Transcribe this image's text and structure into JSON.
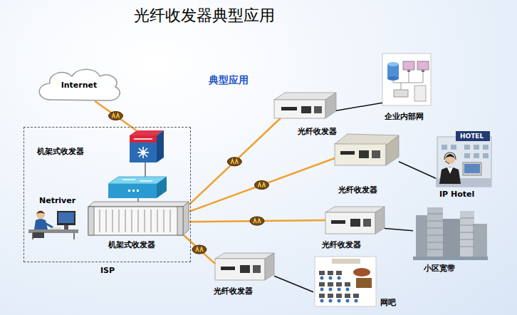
{
  "diagram": {
    "title": "光纤收发器典型应用",
    "nodes": [
      {
        "text": [
          "ISP"
        ]
      },
      {
        "text": [
          "Internet"
        ]
      },
      {
        "text": [
          "机架式收发器"
        ],
        "in": 0
      },
      {
        "text": [
          "Netriver"
        ],
        "in": 0
      },
      {
        "text": [
          "机架式收发器"
        ],
        "in": 0
      },
      {
        "text": [
          "光纤收发器"
        ]
      },
      {
        "text": [
          "企业内部网"
        ]
      },
      {
        "text": [
          "光纤收发器"
        ]
      },
      {
        "text": [
          "IP Hotel"
        ]
      },
      {
        "text": [
          "光纤收发器"
        ]
      },
      {
        "text": [
          "小区宽带"
        ]
      },
      {
        "text": [
          "光纤收发器"
        ]
      },
      {
        "text": [
          "网吧"
        ]
      }
    ],
    "edges": [
      {
        "from": 1,
        "to": 2,
        "arrow": "none"
      },
      {
        "from": 4,
        "to": 5,
        "arrow": "none"
      },
      {
        "from": 4,
        "to": 7,
        "arrow": "none"
      },
      {
        "from": 4,
        "to": 9,
        "arrow": "none"
      },
      {
        "from": 4,
        "to": 11,
        "arrow": "none"
      },
      {
        "from": 5,
        "to": 6,
        "arrow": "none"
      },
      {
        "from": 7,
        "to": 8,
        "arrow": "none"
      },
      {
        "from": 9,
        "to": 10,
        "arrow": "none"
      },
      {
        "from": 11,
        "to": 12,
        "arrow": "none"
      }
    ],
    "labels": [
      "典型应用",
      "HOTEL"
    ]
  }
}
